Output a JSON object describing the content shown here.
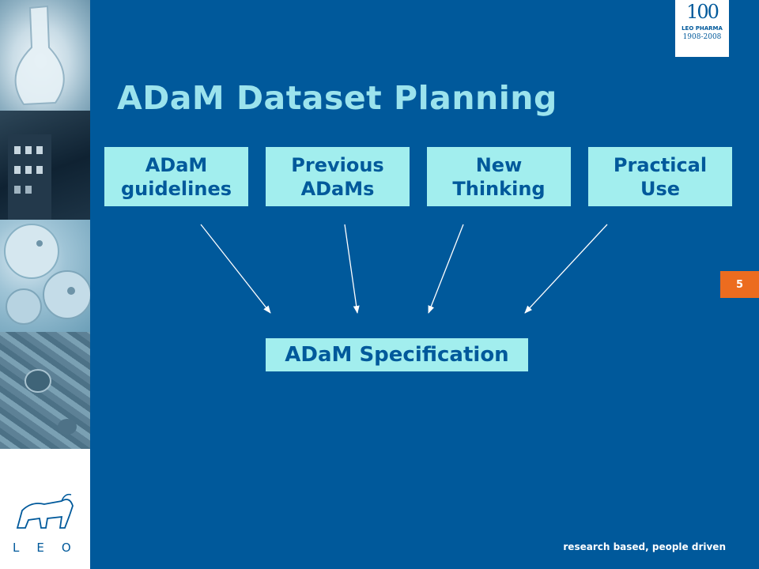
{
  "slide": {
    "title": "ADaM Dataset Planning",
    "page_number": "5",
    "tagline": "research based, people driven"
  },
  "diagram": {
    "sources": [
      {
        "line1": "ADaM",
        "line2": "guidelines"
      },
      {
        "line1": "Previous",
        "line2": "ADaMs"
      },
      {
        "line1": "New",
        "line2": "Thinking"
      },
      {
        "line1": "Practical",
        "line2": "Use"
      }
    ],
    "target": "ADaM Specification"
  },
  "branding": {
    "company_logo_text": "LEO",
    "anniversary_number": "100",
    "anniversary_brand": "LEO PHARMA",
    "anniversary_years": "1908-2008"
  },
  "colors": {
    "background": "#00599b",
    "box_fill": "#a2eeee",
    "title_color": "#9be3ed",
    "page_badge": "#ec6c1f"
  }
}
